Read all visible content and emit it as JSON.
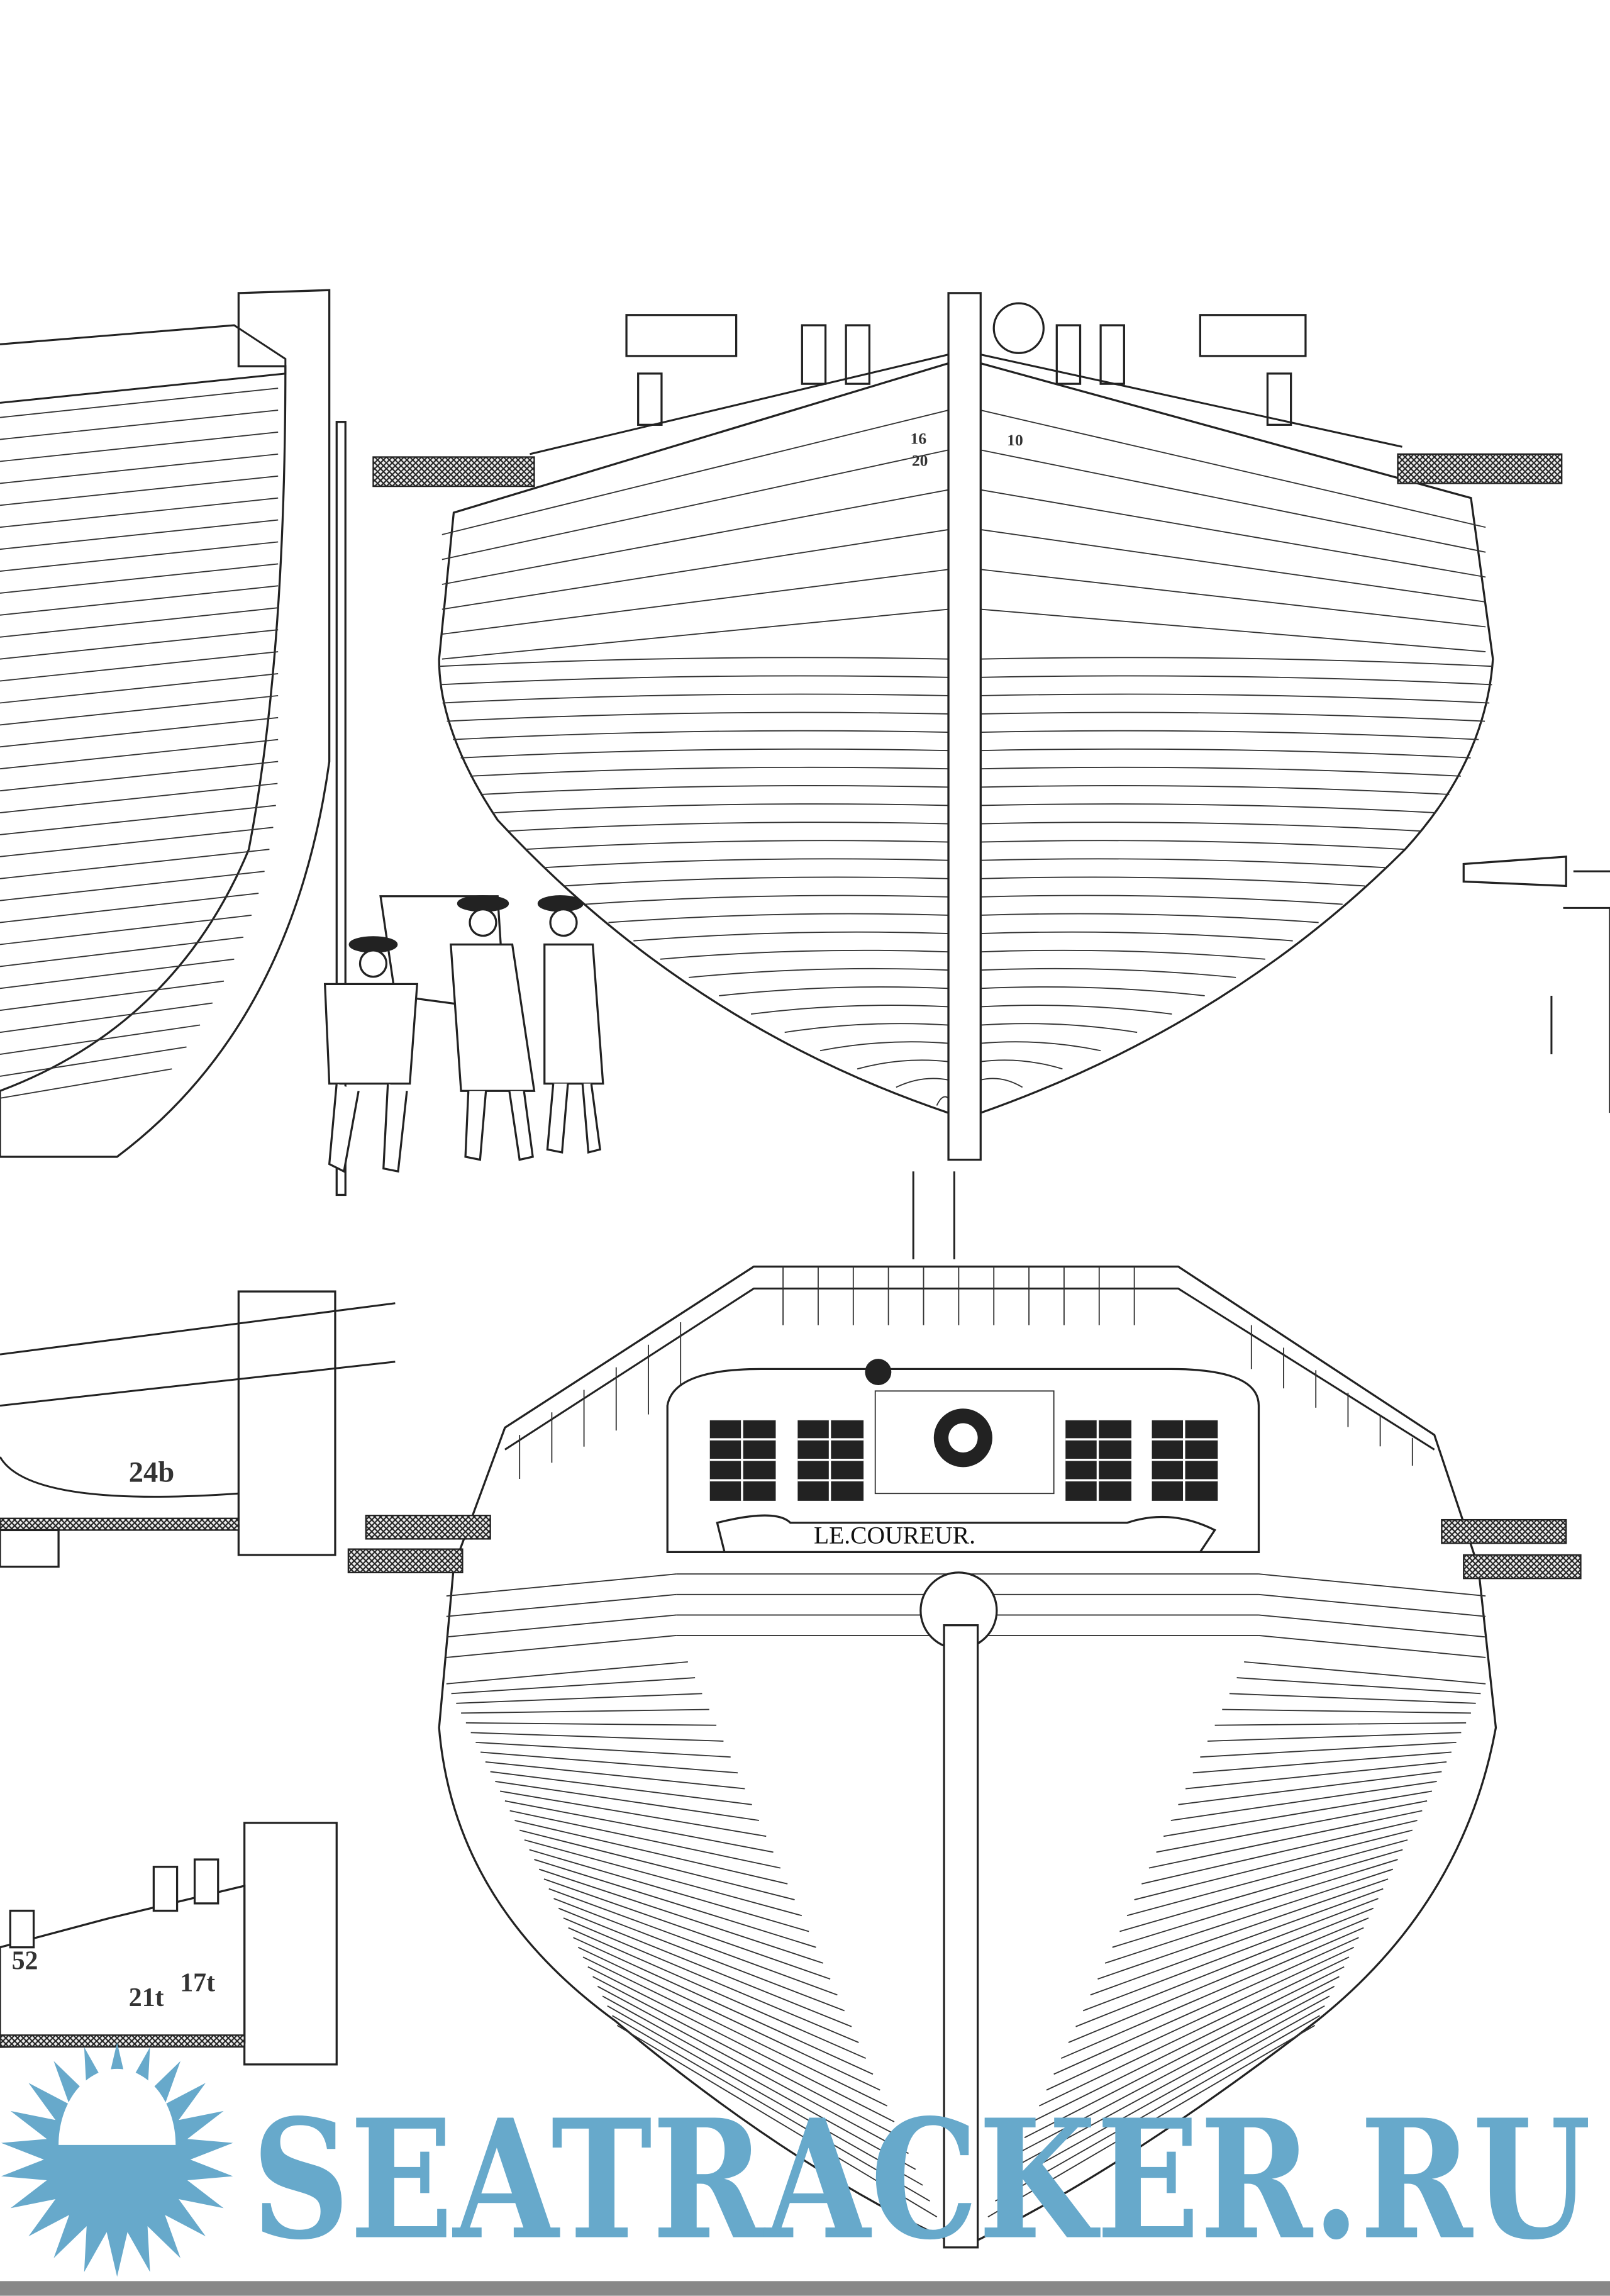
{
  "drawing": {
    "bow_view": {
      "labels": [
        "16",
        "20",
        "10"
      ]
    },
    "stern_view": {
      "ship_name": "LE.COUREUR."
    },
    "side_fragment_mid": {
      "label": "24b"
    },
    "side_fragment_bottom": {
      "labels": [
        "52",
        "21t",
        "17t"
      ]
    }
  },
  "watermark": {
    "text": "SEATRACKER.RU",
    "color": "#67a9cb",
    "icon": "sun-icon"
  }
}
